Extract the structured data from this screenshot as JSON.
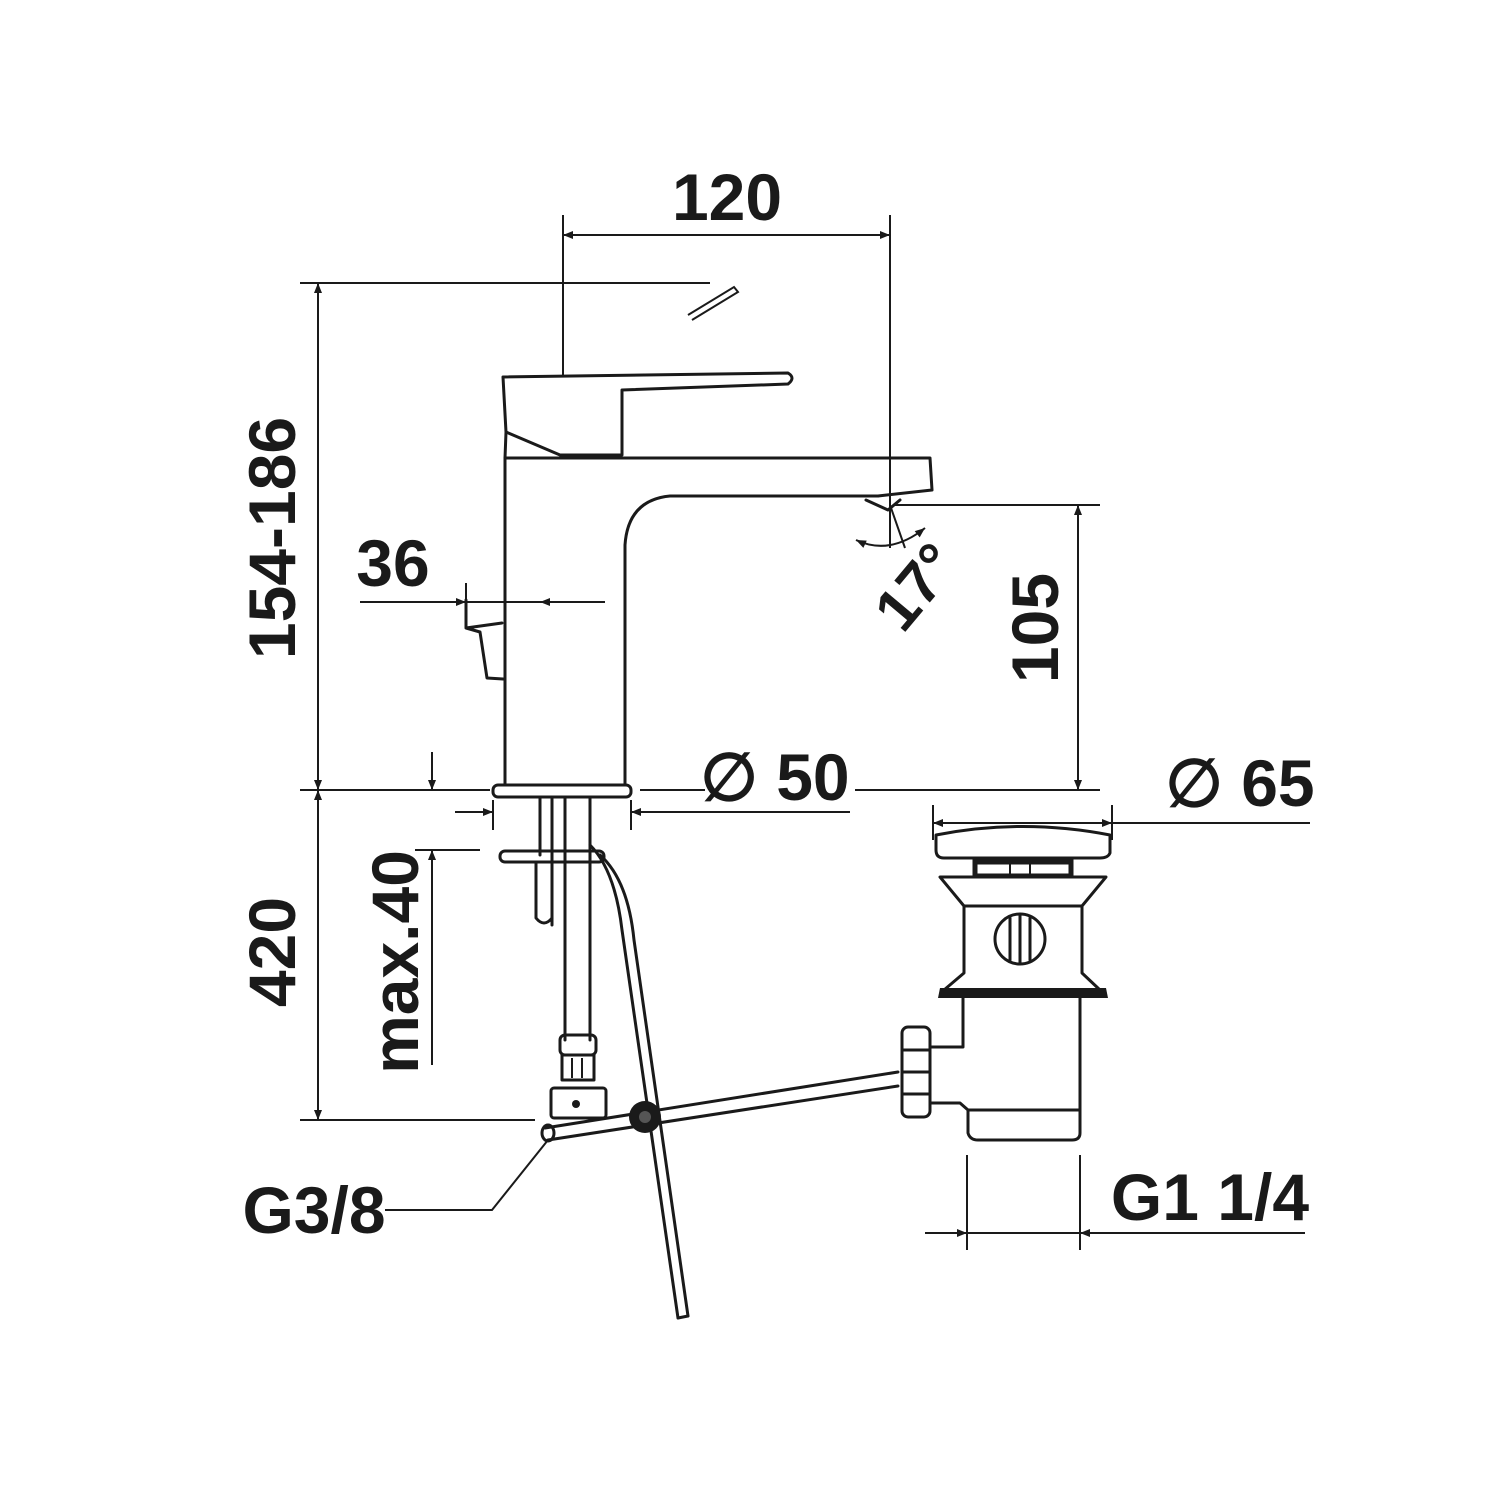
{
  "diagram": {
    "title": "Basin mixer with pop-up waste — dimension drawing",
    "subject": "single-lever basin faucet",
    "line_color": "#1a1a1a",
    "background": "#ffffff",
    "dimensions": {
      "spout_reach": "120",
      "total_height": "154-186",
      "lever_offset": "36",
      "spout_outlet_height": "105",
      "outlet_angle": "17°",
      "base_diameter": "∅ 50",
      "waste_diameter": "∅ 65",
      "hose_length": "420",
      "max_deck_thickness": "max.40",
      "supply_thread": "G3/8",
      "waste_thread": "G1 1/4"
    },
    "components": [
      "mixer-body",
      "mixer-lever",
      "spout",
      "pop-up-rod",
      "mounting-shank",
      "supply-hoses",
      "pop-up-waste",
      "linkage-rod"
    ]
  }
}
